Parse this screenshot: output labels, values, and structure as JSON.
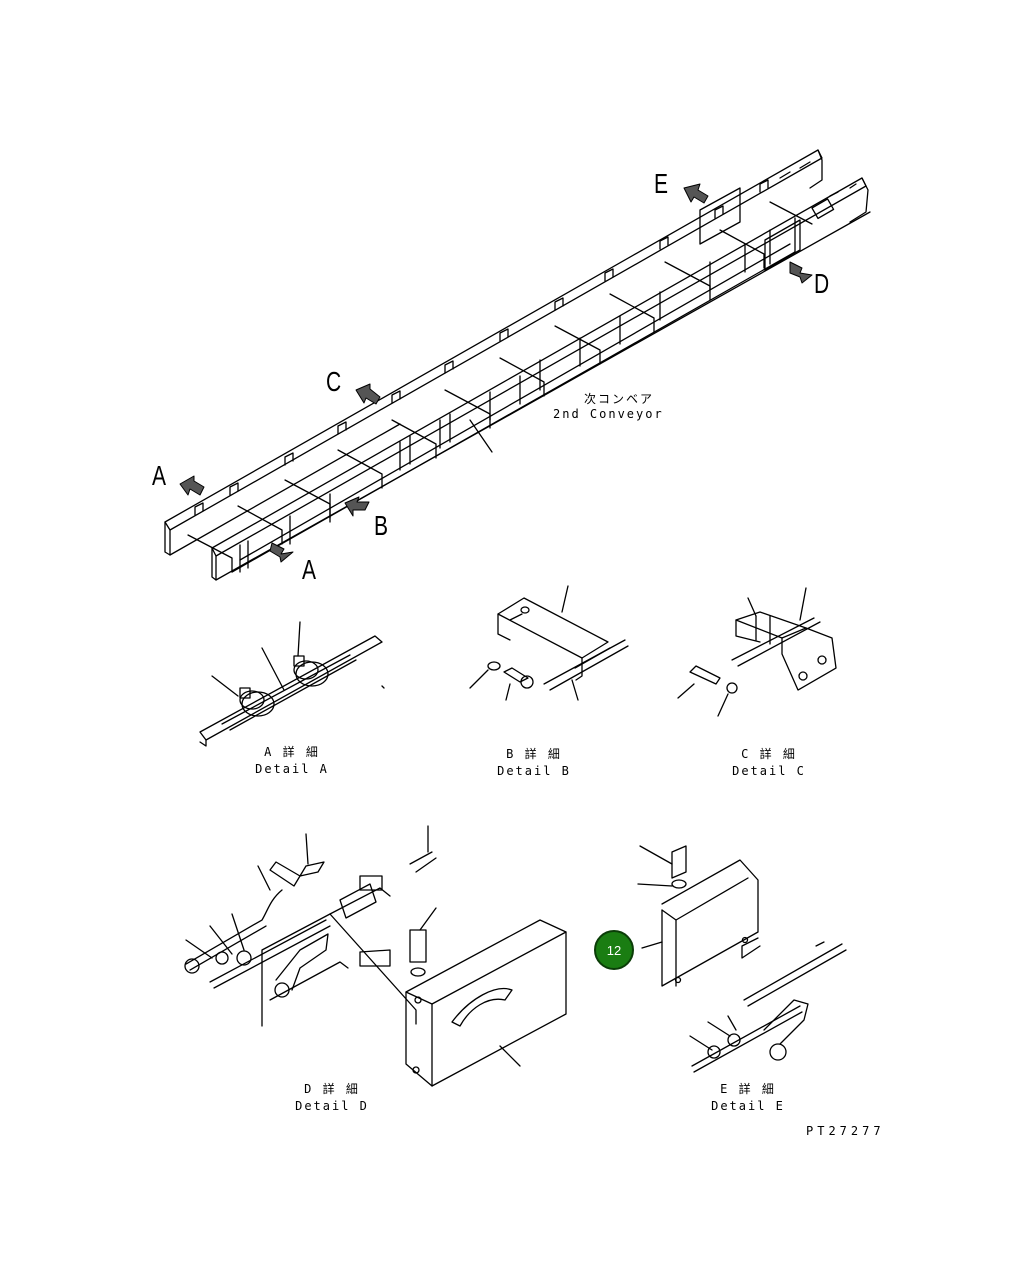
{
  "callouts": {
    "a1": "A",
    "a2": "A",
    "b": "B",
    "c": "C",
    "d": "D",
    "e": "E"
  },
  "conveyor": {
    "jp": "次コンベア",
    "en": "2nd Conveyor"
  },
  "details": {
    "a": {
      "jp": "A 詳 細",
      "en": "Detail A"
    },
    "b": {
      "jp": "B 詳 細",
      "en": "Detail B"
    },
    "c": {
      "jp": "C 詳 細",
      "en": "Detail C"
    },
    "d": {
      "jp": "D 詳 細",
      "en": "Detail D"
    },
    "e": {
      "jp": "E 詳 細",
      "en": "Detail E"
    }
  },
  "part_badge": {
    "number": "12",
    "color": "#1a7d12"
  },
  "drawing_code": "PT27277"
}
